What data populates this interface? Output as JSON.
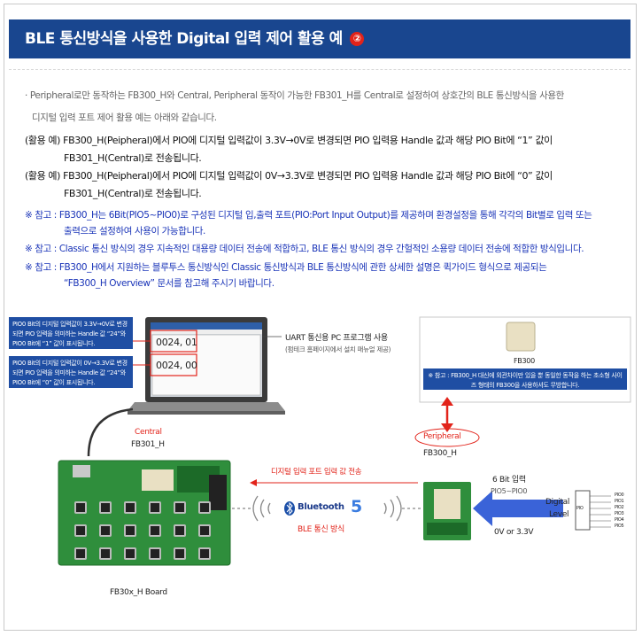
{
  "title": {
    "text": "BLE 통신방식을 사용한 Digital 입력 제어 활용 예",
    "number": "②"
  },
  "intro": {
    "line1": "· Peripheral로만 동작하는 FB300_H와 Central, Peripheral 동작이 가능한 FB301_H를 Central로 설정하여 상호간의 BLE 통신방식을 사용한",
    "line2": "디지털 입력 포트 제어 활용 예는 아래와 같습니다."
  },
  "examples": [
    {
      "line1": "(활용 예) FB300_H(Peipheral)에서 PIO에 디지털 입력값이 3.3V→0V로 변경되면 PIO 입력용 Handle 값과 해당 PIO Bit에 “1” 값이",
      "line2": "FB301_H(Central)로 전송됩니다."
    },
    {
      "line1": "(활용 예) FB300_H(Peipheral)에서 PIO에 디지털 입력값이 0V→3.3V로 변경되면 PIO 입력용 Handle 값과 해당 PIO Bit에 “0” 값이",
      "line2": "FB301_H(Central)로 전송됩니다."
    }
  ],
  "notes": [
    {
      "line1": "※ 참고 : FB300_H는 6Bit(PIO5~PIO0)로 구성된 디지털 입,출력 포트(PIO:Port Input Output)를 제공하며 환경설정을 통해 각각의 Bit별로 입력 또는",
      "line2": "출력으로 설정하여 사용이 가능합니다."
    },
    {
      "line1": "※ 참고 : Classic 통신 방식의 경우 지속적인 대용량 데이터 전송에 적합하고, BLE 통신 방식의 경우 간헐적인 소용량 데이터 전송에 적합한 방식입니다.",
      "line2": ""
    },
    {
      "line1": "※ 참고 : FB300_H에서 지원하는 블루투스 통신방식인 Classic 통신방식과 BLE 통신방식에 관한 상세한 설명은 퀵가이드 형식으로 제공되는",
      "line2": "“FB300_H Overview” 문서를 참고해 주시기 바랍니다."
    }
  ],
  "diagram": {
    "callout1": "PIO0 Bit의 디지털 입력값이 3.3V→0V로 변경되면 PIO 입력을 의미하는 Handle 값 “24”와 PIO0 Bit에 “1” 값이 표시됩니다.",
    "callout2": "PIO0 Bit의 디지털 입력값이 0V→3.3V로 변경되면 PIO 입력을 의미하는 Handle 값 “24”와 PIO0 Bit에 “0” 값이 표시됩니다.",
    "screen_value1": "0024, 01",
    "screen_value2": "0024, 00",
    "uart_label": "UART 통신용 PC 프로그램 사용",
    "uart_sub": "(펌테크 홈페이지에서 설치 매뉴얼 제공)",
    "fb300_label": "FB300",
    "fb300_note": "※ 참고 : FB300_H 대신에 외관차이만 있을 뿐 동일한 동작을 하는 초소형 사이즈 형태의 FB300을 사용하셔도 무방합니다.",
    "central_label": "Central",
    "fb301_label": "FB301_H",
    "peripheral_label": "Peripheral",
    "fb300h_label": "FB300_H",
    "transfer_label": "디지털 입력 포트 입력 값 전송",
    "bluetooth_label": "Bluetooth",
    "bluetooth_version": "5",
    "ble_label": "BLE 통신 방식",
    "input_label": "6 Bit 입력",
    "pio_range": "PIO5~PIO0",
    "digital_level1": "Digital",
    "digital_level2": "Level",
    "voltage_label": "0V or 3.3V",
    "pio_chip_label": "PIO",
    "pio_pins": [
      "PIO0",
      "PIO1",
      "PIO2",
      "PIO3",
      "PIO4",
      "PIO5"
    ],
    "board_label": "FB30x_H Board"
  },
  "colors": {
    "title_bg": "#19468f",
    "note_blue": "#1a34b8",
    "accent_red": "#e2231a",
    "arrow_blue": "#3a63d8"
  }
}
